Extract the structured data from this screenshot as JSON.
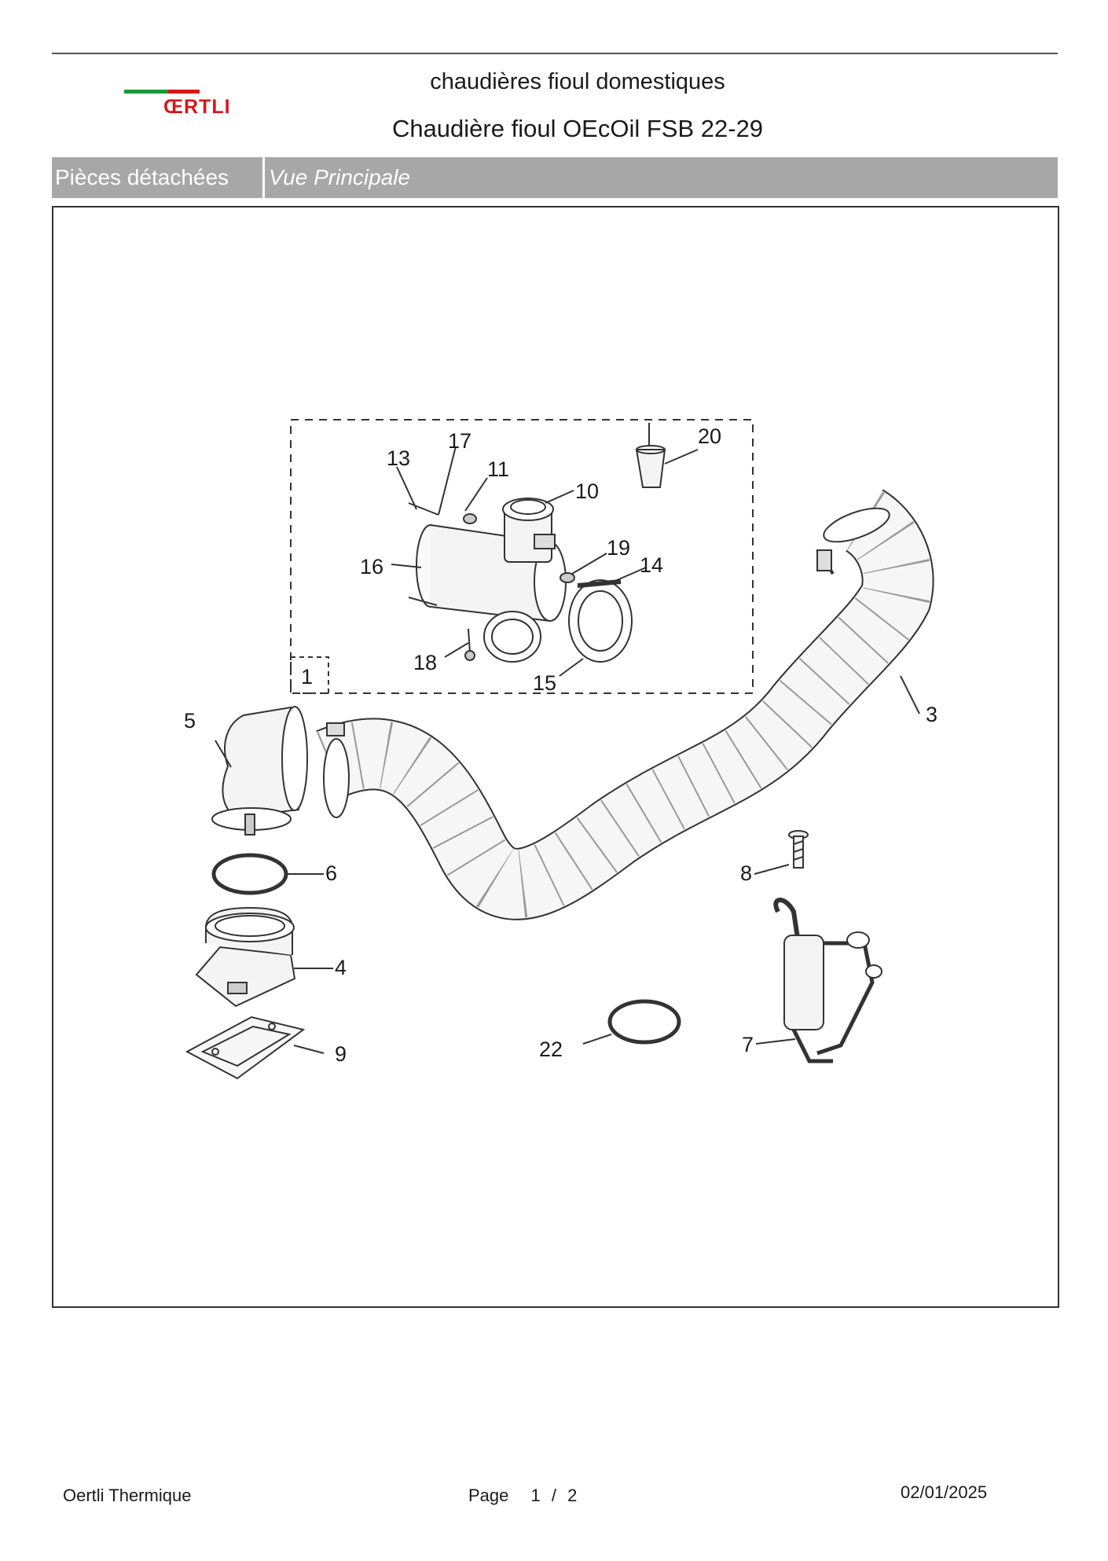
{
  "header": {
    "logo_text": "ŒRTLI",
    "title_line1": "chaudières fioul domestiques",
    "title_line2": "Chaudière fioul OEcOil FSB 22-29"
  },
  "section_bar": {
    "left_label": "Pièces détachées",
    "right_label": "Vue Principale"
  },
  "callouts": {
    "c1": "1",
    "c3": "3",
    "c4": "4",
    "c5": "5",
    "c6": "6",
    "c7": "7",
    "c8": "8",
    "c9": "9",
    "c10": "10",
    "c11": "11",
    "c13": "13",
    "c14": "14",
    "c15": "15",
    "c16": "16",
    "c17": "17",
    "c18": "18",
    "c19": "19",
    "c20": "20",
    "c22": "22"
  },
  "footer": {
    "company": "Oertli Thermique",
    "page_label": "Page",
    "page_current": "1",
    "page_sep": "/",
    "page_total": "2",
    "date": "02/01/2025"
  },
  "colors": {
    "logo_green": "#1a9a3a",
    "logo_red": "#d8161c",
    "header_bar": "#a7a7a7"
  }
}
